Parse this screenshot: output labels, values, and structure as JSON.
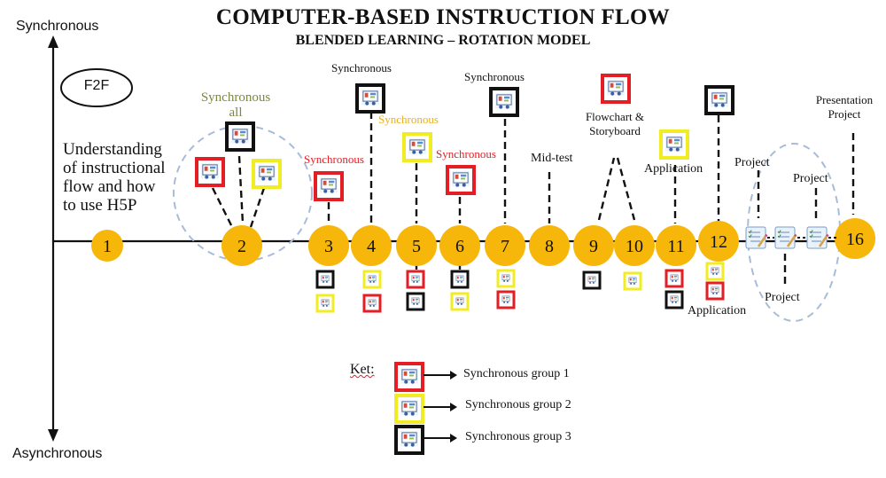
{
  "header": {
    "title": "COMPUTER-BASED INSTRUCTION FLOW",
    "subtitle": "BLENDED LEARNING – ROTATION MODEL"
  },
  "axis": {
    "top_label": "Synchronous",
    "bottom_label": "Asynchronous"
  },
  "f2f_label": "F2F",
  "intro_text": [
    "Understanding",
    "of instructional",
    "flow and how",
    "to use H5P"
  ],
  "nodes": [
    "1",
    "2",
    "3",
    "4",
    "5",
    "6",
    "7",
    "8",
    "9",
    "10",
    "11",
    "12",
    "16"
  ],
  "annotations": {
    "sync_all": [
      "Synchronous",
      "all"
    ],
    "sync_3": "Synchronous",
    "sync_4": "Synchronous",
    "sync_5": "Synchronous",
    "sync_6": "Synchronous",
    "sync_7": "Synchronous",
    "midtest": "Mid-test",
    "flowchart": [
      "Flowchart &",
      "Storyboard"
    ],
    "application_top": "Application",
    "application_bottom": "Application",
    "project_1": "Project",
    "project_2": "Project",
    "project_3": "Project",
    "presentation": [
      "Presentation",
      "Project"
    ]
  },
  "legend": {
    "key_label": "Ket:",
    "items": [
      "Synchronous group 1",
      "Synchronous group 2",
      "Synchronous group 3"
    ]
  },
  "colors": {
    "node": "#f6b60a",
    "group1": "#e31e24",
    "group2": "#f2ec24",
    "group3": "#111111",
    "dashed_circle": "#a8bcd8",
    "sync_all_text": "#7a8a3a",
    "sync_red_text": "#e31e24",
    "sync_yellow_text": "#e8b020"
  },
  "icons": {
    "group_icon": "monitor-people-icon",
    "project_icon": "checklist-pencil-icon"
  }
}
